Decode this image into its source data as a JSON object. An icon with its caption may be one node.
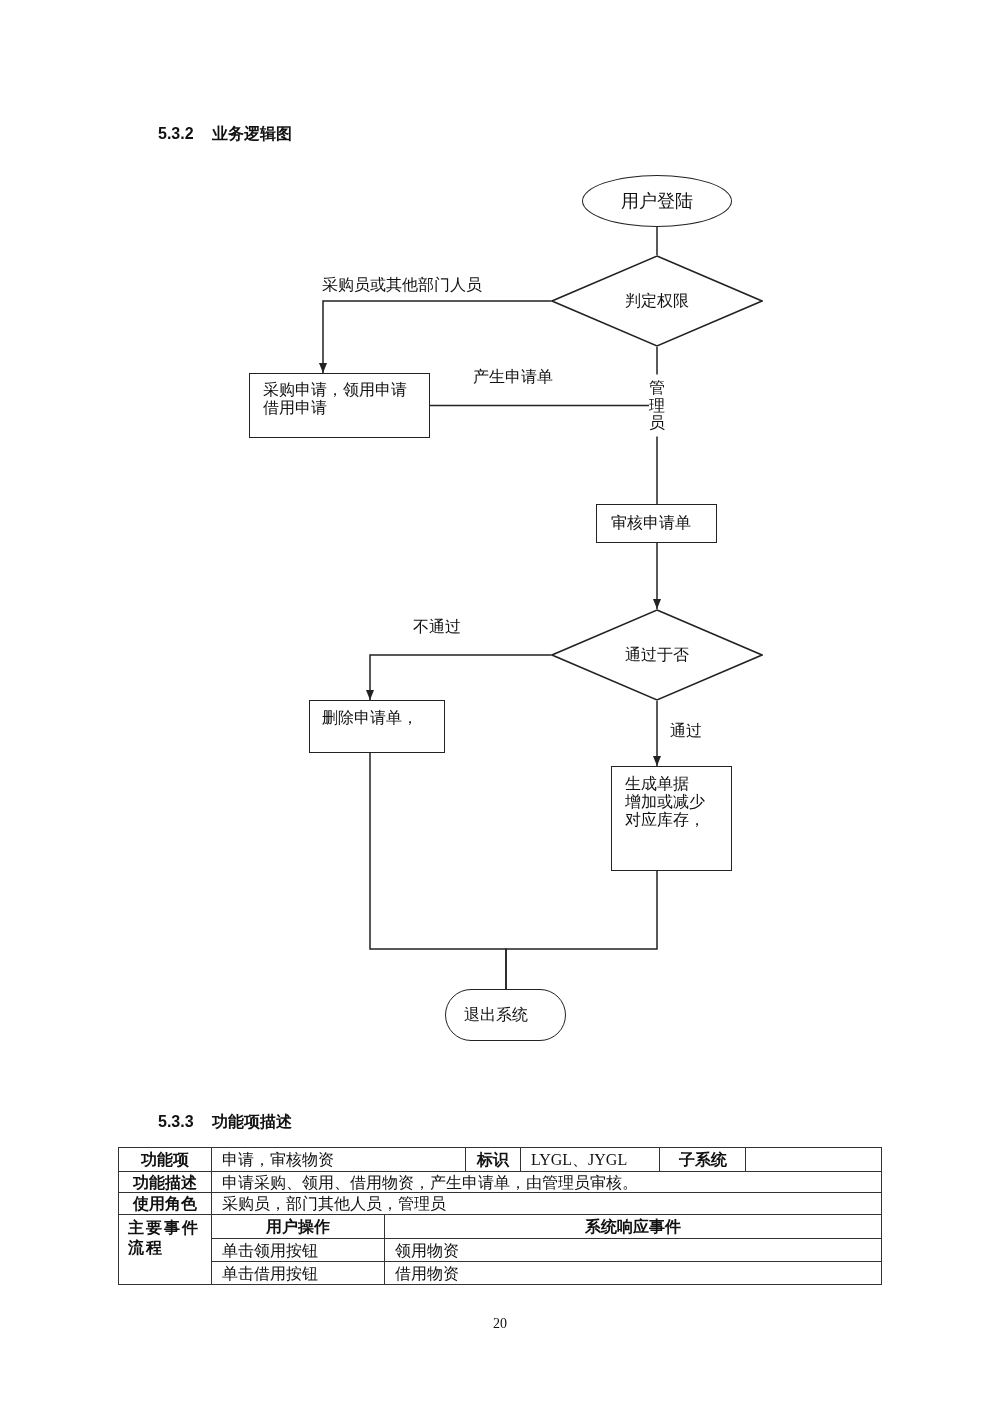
{
  "diagram": {
    "title": "5.3.2 业务逻辑图",
    "nodes": [
      {
        "text": [
          "用户登陆"
        ]
      },
      {
        "text": [
          "判定权限"
        ]
      },
      {
        "text": [
          "采购申请，领用申请借用申请"
        ]
      },
      {
        "text": [
          "管理员"
        ]
      },
      {
        "text": [
          "审核申请单"
        ]
      },
      {
        "text": [
          "通过于否"
        ]
      },
      {
        "text": [
          "删除申请单，"
        ]
      },
      {
        "text": [
          "生成单据",
          "增加或减少对应库存，"
        ]
      },
      {
        "text": [
          "退出系统"
        ]
      }
    ],
    "edges": [
      {
        "from": 0,
        "to": 1,
        "arrow": "none"
      },
      {
        "from": 1,
        "to": 2,
        "arrow": "to",
        "label": "采购员或其他部门人员"
      },
      {
        "from": 1,
        "to": 3,
        "arrow": "none"
      },
      {
        "from": 2,
        "to": 3,
        "arrow": "none",
        "label": "产生申请单"
      },
      {
        "from": 3,
        "to": 4,
        "arrow": "none"
      },
      {
        "from": 4,
        "to": 5,
        "arrow": "to"
      },
      {
        "from": 5,
        "to": 6,
        "arrow": "to",
        "label": "不通过"
      },
      {
        "from": 5,
        "to": 7,
        "arrow": "to",
        "label": "通过"
      },
      {
        "from": 6,
        "to": 8,
        "arrow": "none"
      },
      {
        "from": 7,
        "to": 8,
        "arrow": "none"
      }
    ],
    "labels": [
      "5.3.3 功能项描述",
      "功能项",
      "申请，审核物资",
      "标识",
      "LYGL、JYGL",
      "子系统",
      "功能描述",
      "申请采购、领用、借用物资，产生申请单，由管理员审核。",
      "使用角色",
      "采购员，部门其他人员，管理员",
      "主要事件流程",
      "用户操作",
      "系统响应事件",
      "单击领用按钮",
      "领用物资",
      "单击借用按钮",
      "借用物资",
      "20"
    ]
  }
}
